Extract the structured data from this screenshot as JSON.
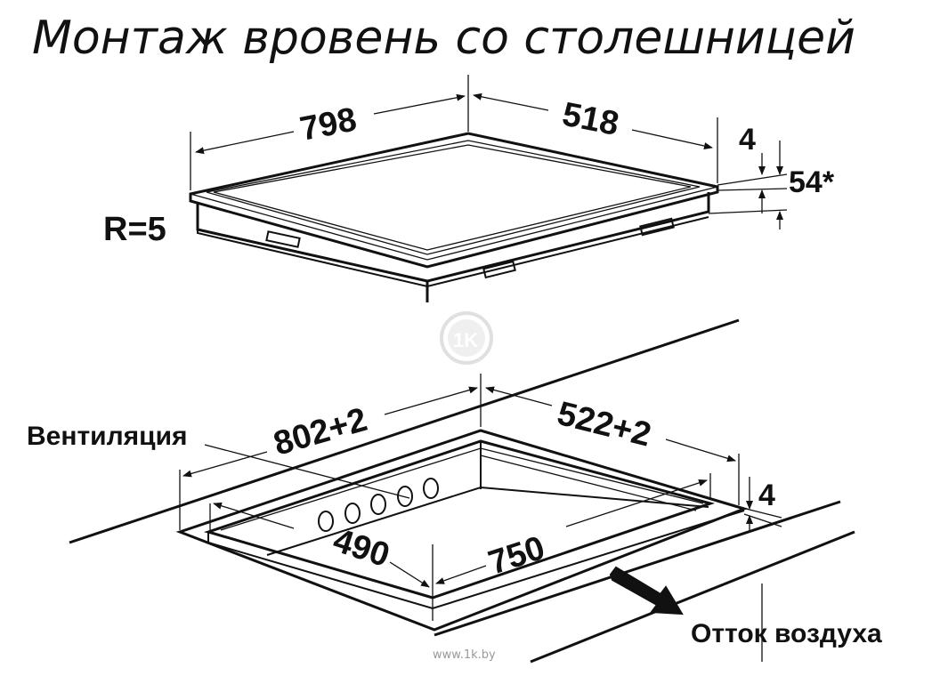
{
  "title": "Монтаж вровень со столешницей",
  "hob": {
    "width": "798",
    "depth": "518",
    "top_thickness": "4",
    "total_height": "54*",
    "radius": "R=5"
  },
  "cutout": {
    "width": "802+2",
    "depth": "522+2",
    "rebate_depth": "4",
    "inner_depth": "490",
    "inner_width": "750",
    "ventilation_label": "Вентиляция",
    "airflow_label": "Отток воздуха"
  },
  "watermark": {
    "logo": "1K",
    "url": "www.1k.by"
  },
  "colors": {
    "line": "#111111",
    "watermark": "#9a9a9a"
  }
}
